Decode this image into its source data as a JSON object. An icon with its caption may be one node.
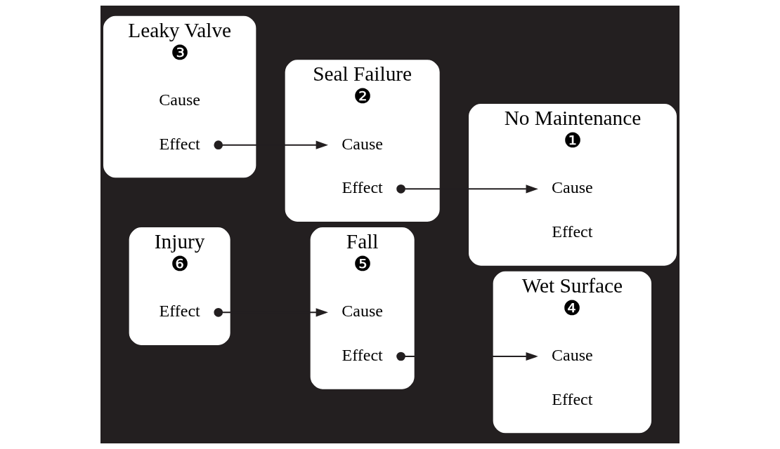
{
  "diagram": {
    "nodes": [
      {
        "text": [
          "Injury",
          "❻"
        ]
      },
      {
        "text": [
          "Effect"
        ],
        "in": 0
      },
      {
        "text": [
          "Fall",
          "❺"
        ]
      },
      {
        "text": [
          "Cause"
        ],
        "in": 2
      },
      {
        "text": [
          "Effect"
        ],
        "in": 2
      },
      {
        "text": [
          "Wet Surface",
          "❹"
        ]
      },
      {
        "text": [
          "Cause"
        ],
        "in": 5
      },
      {
        "text": [
          "Effect"
        ],
        "in": 5
      },
      {
        "text": [
          "Leaky Valve",
          "❸"
        ]
      },
      {
        "text": [
          "Cause"
        ],
        "in": 8
      },
      {
        "text": [
          "Effect"
        ],
        "in": 8
      },
      {
        "text": [
          "Seal Failure",
          "❷"
        ]
      },
      {
        "text": [
          "Cause"
        ],
        "in": 11
      },
      {
        "text": [
          "Effect"
        ],
        "in": 11
      },
      {
        "text": [
          "No Maintenance",
          "❶"
        ]
      },
      {
        "text": [
          "Cause"
        ],
        "in": 14
      },
      {
        "text": [
          "Effect"
        ],
        "in": 14
      }
    ],
    "edges": [
      {
        "from": 1,
        "to": 3,
        "arrow": "to"
      },
      {
        "from": 4,
        "to": 6,
        "arrow": "to"
      },
      {
        "from": 10,
        "to": 12,
        "arrow": "to"
      },
      {
        "from": 13,
        "to": 15,
        "arrow": "to"
      }
    ]
  }
}
